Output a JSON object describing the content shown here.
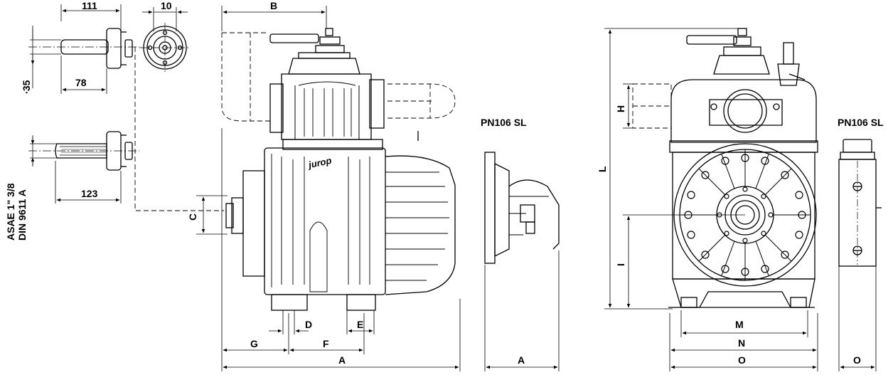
{
  "dimensions": {
    "d111": "111",
    "d10": "10",
    "dB": "B",
    "d35": "∙35",
    "d78": "78",
    "d123": "123",
    "asae": "ASAE 1\" 3/8",
    "din": "DIN 9611 A",
    "dC": "C",
    "dD": "D",
    "dE": "E",
    "dG": "G",
    "dF": "F",
    "dA1": "A",
    "dA2": "A",
    "dH": "H",
    "dL": "L",
    "dI": "I",
    "dM": "M",
    "dN": "N",
    "dO1": "O",
    "dO2": "O"
  },
  "models": {
    "side_label": "PN106 SL",
    "front_label": "PN106 SL"
  },
  "brand": {
    "logo_text": "jurop"
  }
}
